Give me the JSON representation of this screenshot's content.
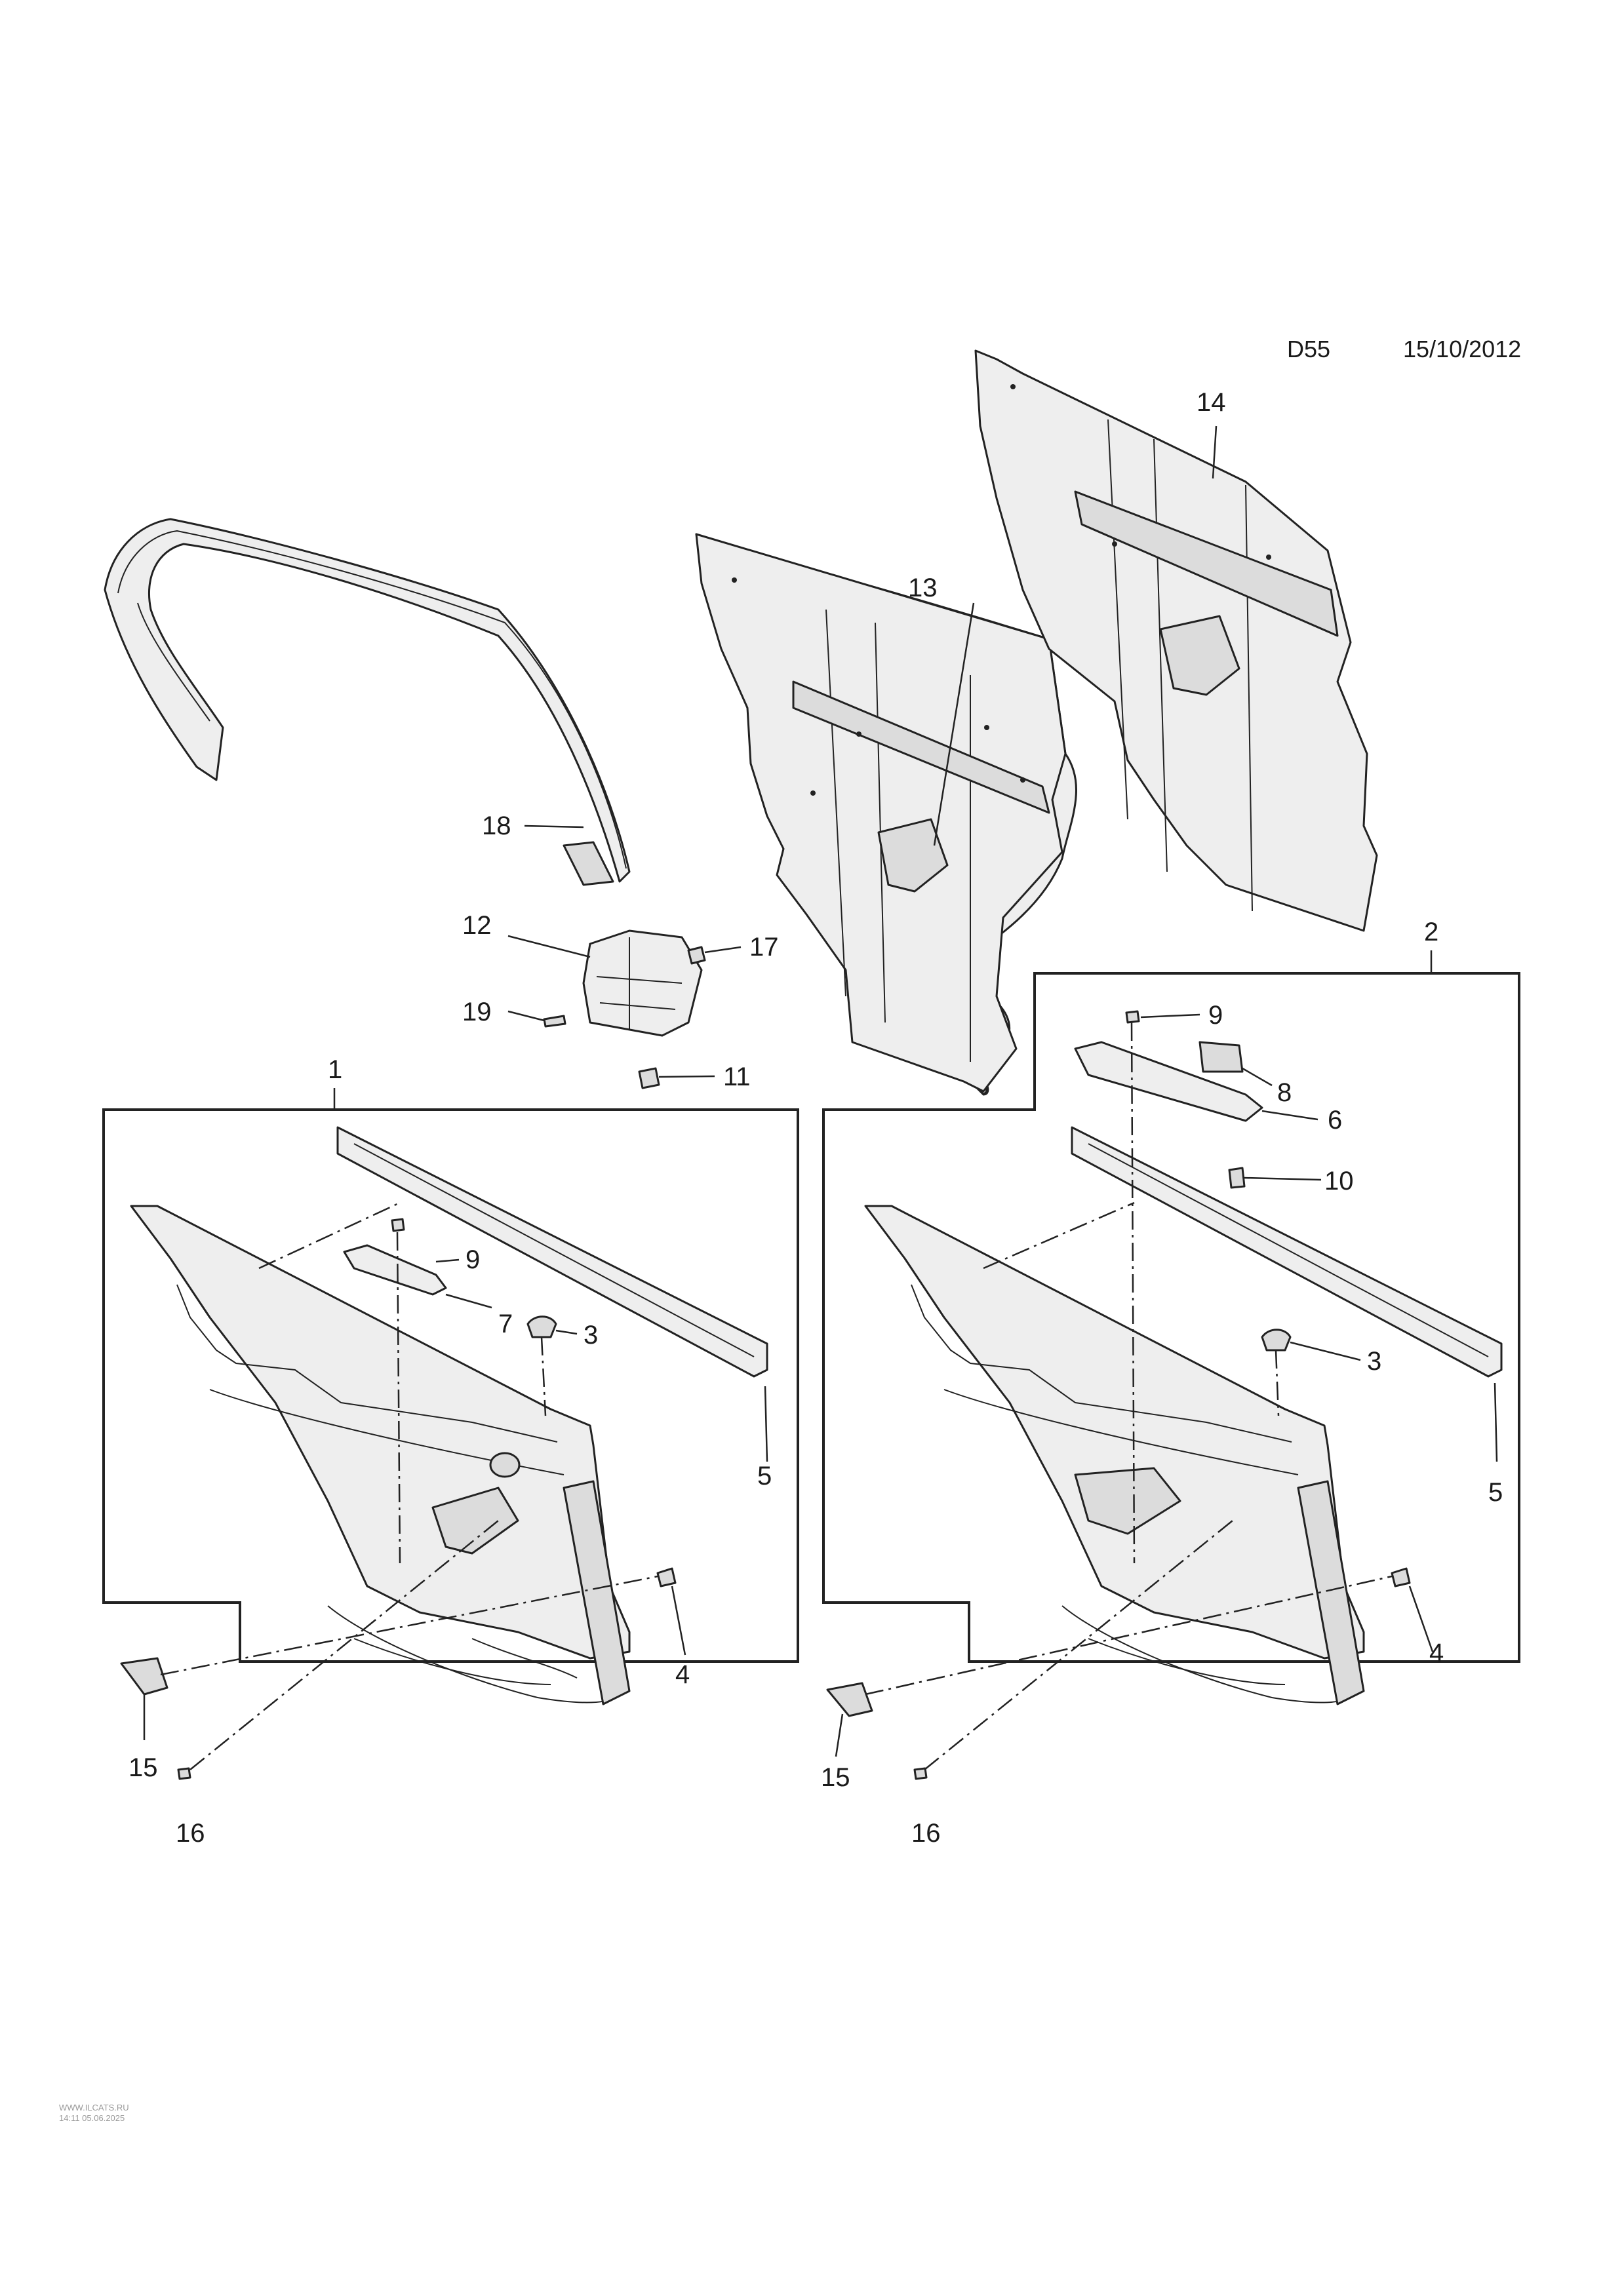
{
  "header": {
    "diagram_code": "D55",
    "date": "15/10/2012"
  },
  "callouts": {
    "c1": "1",
    "c2": "2",
    "c3a": "3",
    "c3b": "3",
    "c4a": "4",
    "c4b": "4",
    "c5a": "5",
    "c5b": "5",
    "c6": "6",
    "c7": "7",
    "c8": "8",
    "c9a": "9",
    "c9b": "9",
    "c10": "10",
    "c11": "11",
    "c12": "12",
    "c13": "13",
    "c14": "14",
    "c15a": "15",
    "c15b": "15",
    "c16a": "16",
    "c16b": "16",
    "c17": "17",
    "c18": "18",
    "c19": "19"
  },
  "watermark": {
    "site": "WWW.ILCATS.RU",
    "timestamp": "14:11 05.06.2025"
  }
}
